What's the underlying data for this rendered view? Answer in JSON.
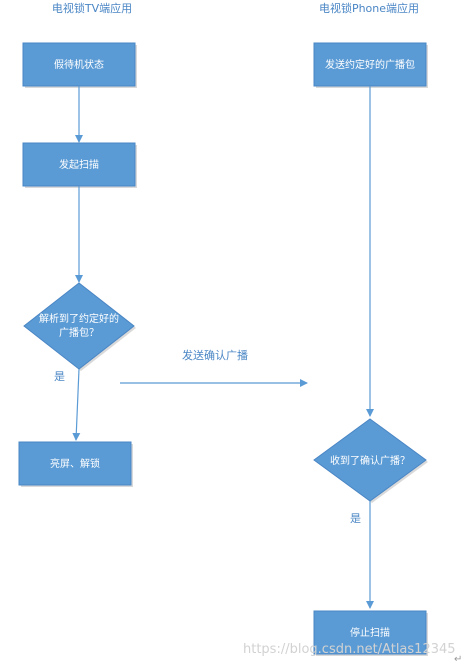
{
  "lanes": {
    "tv_title": "电视锁TV端应用",
    "phone_title": "电视锁Phone端应用"
  },
  "nodes": {
    "tv_standby": "假待机状态",
    "tv_start_scan": "发起扫描",
    "tv_parse_line1": "解析到了约定好的",
    "tv_parse_line2": "广播包？",
    "tv_unlock": "亮屏、解锁",
    "phone_send": "发送约定好的广播包",
    "phone_received": "收到了确认广播？",
    "phone_stop_scan": "停止扫描"
  },
  "edges": {
    "tv_yes": "是",
    "send_confirm": "发送确认广播",
    "phone_yes": "是"
  },
  "watermark": {
    "text": "https://blog.csdn.net/Atlas12345",
    "paragraph_mark": "↵"
  },
  "colors": {
    "node_fill": "#5b9bd5",
    "node_text": "#ffffff",
    "label_text": "#4a86c5"
  }
}
